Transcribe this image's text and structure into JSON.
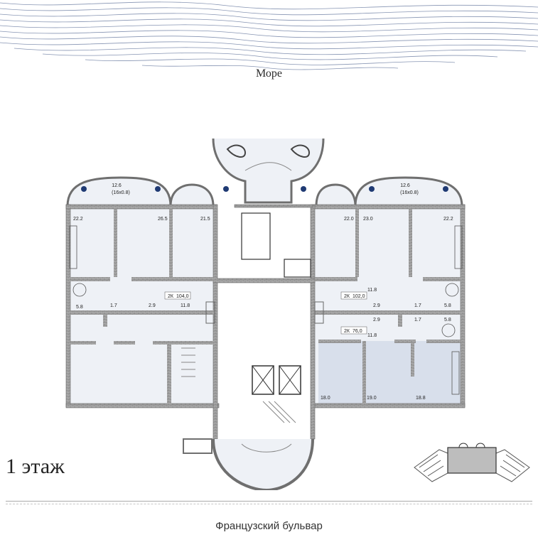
{
  "sea": {
    "label": "Море"
  },
  "floor": {
    "label": "1 этаж"
  },
  "street": {
    "label": "Французский бульвар"
  },
  "colors": {
    "wall": "#8f8f8f",
    "room": "#eef1f6",
    "highlight": "#d8dfeb",
    "sea_lines": "#8795b3",
    "dot": "#1f3a73"
  },
  "rooms": {
    "west_bay": {
      "area": "12.6",
      "dims": "(16x0.8)"
    },
    "east_bay": {
      "area": "12.6",
      "dims": "(16x0.8)"
    },
    "r_22_2_w": "22.2",
    "r_26_5": "26.5",
    "r_21_5": "21.5",
    "r_22_0": "22.0",
    "r_23_0": "23.0",
    "r_22_2_e": "22.2",
    "r_5_8_w": "5.8",
    "r_1_7_w": "1.7",
    "r_2_9_w": "2.9",
    "r_11_8_w": "11.8",
    "apt_w": {
      "type": "2К",
      "area": "104,0"
    },
    "apt_e1": {
      "type": "2К",
      "area": "102,0"
    },
    "apt_e2": {
      "type": "2К",
      "area": "76,0"
    },
    "r_11_8_e1": "11.8",
    "r_11_8_e2": "11.8",
    "r_2_9_e1": "2.9",
    "r_1_7_e1": "1.7",
    "r_5_8_e1": "5.8",
    "r_2_9_e2": "2.9",
    "r_1_7_e2": "1.7",
    "r_5_8_e2": "5.8",
    "r_18_0": "18.0",
    "r_19_0": "19.0",
    "r_18_8": "18.8"
  }
}
